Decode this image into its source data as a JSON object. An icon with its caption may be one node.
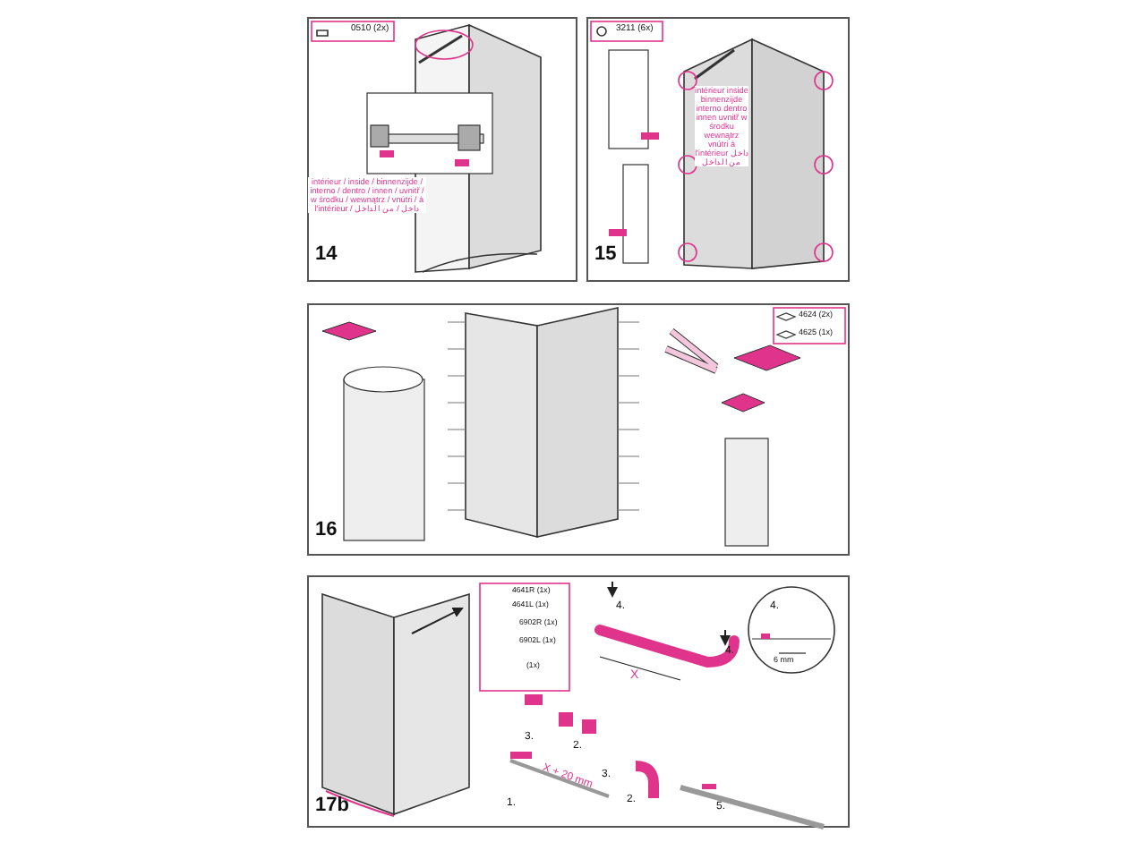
{
  "diagram": {
    "labels": [
      "0510 (2x)",
      "intérieur / inside / binnenzijde / interno / dentro / innen / uvnitř / w środku / wewnątrz / vnútri / à l'intérieur / داخل / من الداخل",
      "14",
      "3211 (6x)",
      "intérieur inside binnenzijde interno dentro innen uvnitř w środku wewnątrz vnútri à l'intérieur داخل من الداخل",
      "15",
      "4624 (2x)",
      "4625 (1x)",
      "16",
      "4641R (1x)",
      "4641L (1x)",
      "6902R (1x)",
      "6902L (1x)",
      "(1x)",
      "4.",
      "4.",
      "X",
      "4.",
      "6 mm",
      "3.",
      "2.",
      "3.",
      "2.",
      "5.",
      "1.",
      "X + 20 mm",
      "17b"
    ]
  }
}
